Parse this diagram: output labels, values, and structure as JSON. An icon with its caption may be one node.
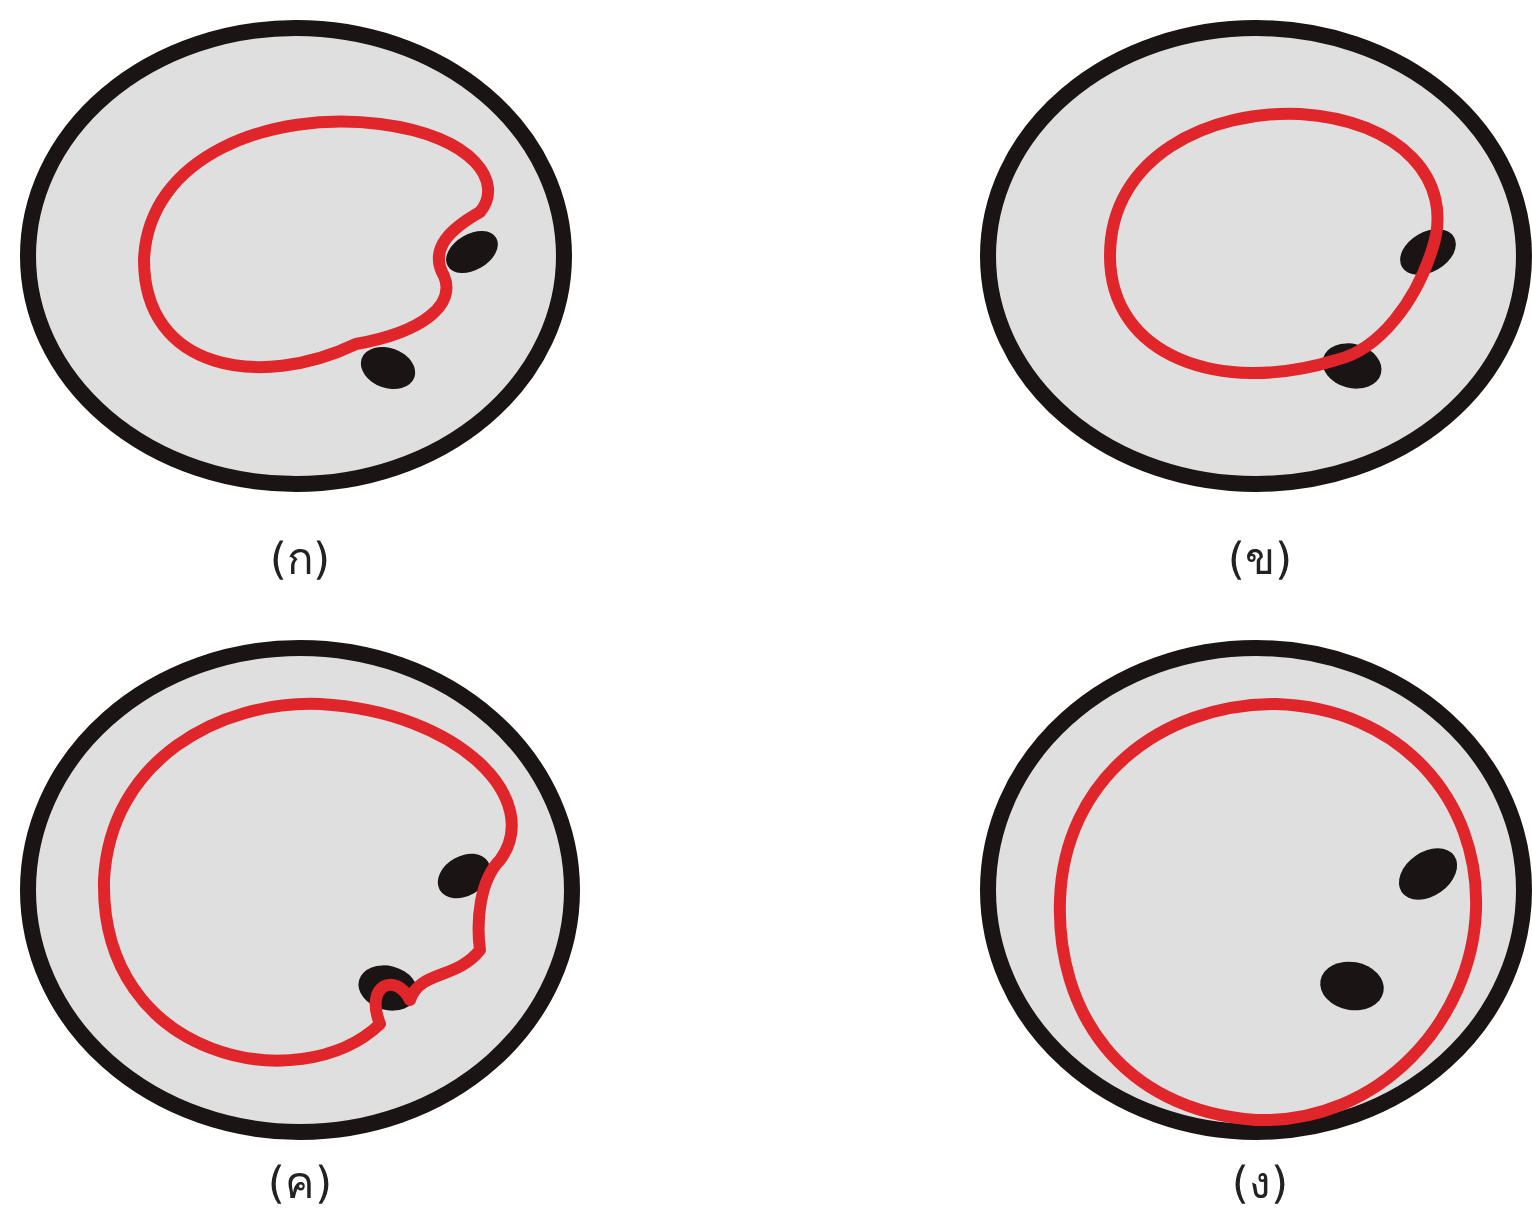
{
  "diagram": {
    "labels": [
      "(ก)",
      "(ข)",
      "(ค)",
      "(ง)"
    ]
  }
}
